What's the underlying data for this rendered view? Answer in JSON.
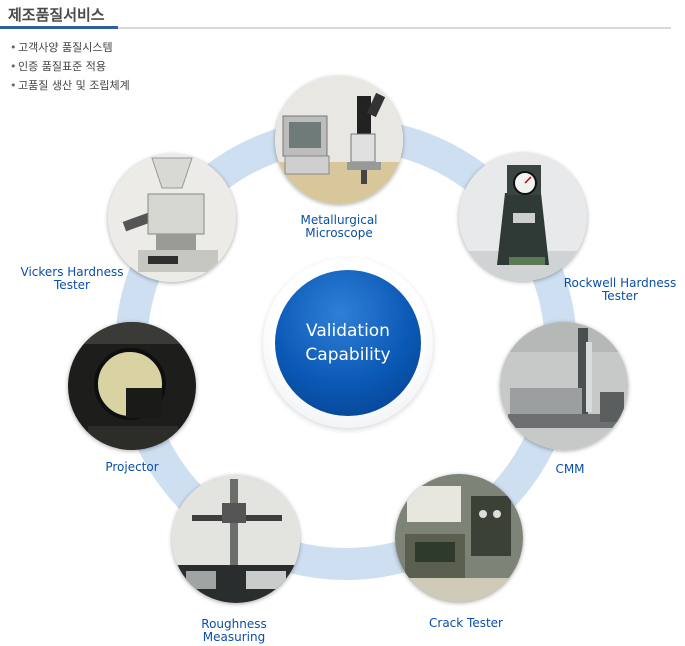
{
  "header": {
    "title": "제조품질서비스"
  },
  "bullets": [
    {
      "text": "고객사양 품질시스템"
    },
    {
      "text": "인증 품질표준 적용"
    },
    {
      "text": "고품질 생산 및 조립체계"
    }
  ],
  "center": {
    "line1": "Validation",
    "line2": "Capability"
  },
  "nodes": [
    {
      "line1": "Metallurgical",
      "line2": "Microscope"
    },
    {
      "line1": "Rockwell Hardness",
      "line2": "Tester"
    },
    {
      "line1": "CMM",
      "line2": ""
    },
    {
      "line1": "Crack Tester",
      "line2": ""
    },
    {
      "line1": "Roughness",
      "line2": "Measuring"
    },
    {
      "line1": "Projector",
      "line2": ""
    },
    {
      "line1": "Vickers Hardness",
      "line2": "Tester"
    }
  ],
  "colors": {
    "ring": "#cddff1",
    "center": "#0a58b5",
    "label": "#0b4fa8",
    "title_accent": "#2f5f9e"
  }
}
